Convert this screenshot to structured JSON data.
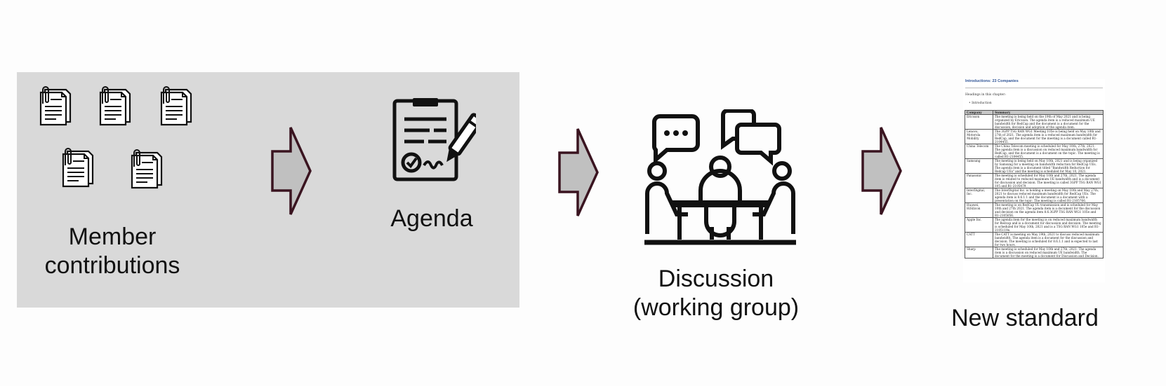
{
  "labels": {
    "member_line1": "Member",
    "member_line2": "contributions",
    "agenda": "Agenda",
    "discussion_line1": "Discussion",
    "discussion_line2": "(working group)",
    "new_standard": "New standard"
  },
  "icons": {
    "contribution": "document-with-paperclip-icon",
    "agenda": "signed-document-icon",
    "discussion": "meeting-discussion-icon",
    "flow_arrow": "right-arrow-icon"
  },
  "colors": {
    "panel": "#d9d9d9",
    "arrow_fill": "#c0c0c0",
    "arrow_stroke": "#3a1420"
  },
  "standard_doc": {
    "title": "Introductions: 23 Companies",
    "heading": "Headings in this chapter:",
    "bullet": "Introduction",
    "columns": [
      "Company",
      "Summary"
    ],
    "rows": [
      [
        "Ericsson",
        "The meeting is being held on the 19th of May 2021 and is being organized by Ericsson. The agenda item is a reduced maximum UE bandwidth for RedCap and the document is a document for the discussion, decision and adoption of the agenda item."
      ],
      [
        "Lenovo, Motorola Mobility",
        "The 3GPP TSG RAN WG1 Meeting 105e is being held on May 10th and 27th of 2021. The agenda item is a reduced maximum bandwidth for RedCap, and the document for the meeting is a document called R1-2104455."
      ],
      [
        "China Telecom",
        "The China Telecom meeting is scheduled for May 10th, 27th, 2021. The agenda item is a discussion on reduced maximum bandwidth for RedCap, and the document is a document on the topic. The meeting is called R1-2104455."
      ],
      [
        "Samsung",
        "The meeting is being held on May 10th, 2021 and is being organized by Samsung for a meeting on bandwidth reduction for RedCap UEs. The agenda item is a document titled \"Bandwidth Reduction for Redcap UEs\" and the meeting is scheduled for May 10, 2021."
      ],
      [
        "Panasonic",
        "The meeting is scheduled for May 10th and 27th, 2021. The agenda item is related to reduced maximum UE bandwidth and is a document for discussion and decision. The meeting is called 3GPP TSG RAN WG1 105 and R1-2105479."
      ],
      [
        "InterDigital, Inc.",
        "The InterDigital Inc. is holding a meeting on May 10th and May 27th, 2021 to discuss reduced maximum bandwidth for RedCap UEs. The agenda item is 8.6.1.1 and the document is a document with a presentation on the topic. The meeting is called R1-2105766."
      ],
      [
        "Huawei, HiSilicon",
        "The meeting is on RedCap UL transmission and is scheduled for May 10th and 27th 2021. The agenda item is a document for the discussion and decision on the agenda item 8.6.3GPP TSG RAN WG1 105e and R1-2105056."
      ],
      [
        "Apple Inc.",
        "The agenda item for the meeting is on reduced maximum bandwidth for Redcap and is a document for discussion and decision. The meeting is scheduled for May 10th, 2021 and is a TSG RAN WG1 105e and R1-2105119e."
      ],
      [
        "CATT",
        "The CATT is meeting on May 19th, 2021 to discuss reduced maximum bandwidth. The agenda item is a document for the discussion and decision. The meeting is scheduled for 8.6.1.1 and is expected to last for two hours."
      ],
      [
        "Sharp",
        "The meeting is scheduled for May 10th and 27th, 2021. The agenda item is a discussion on reduced maximum UE bandwidth. The document for the meeting is a document for Discussion and Decision."
      ]
    ]
  }
}
